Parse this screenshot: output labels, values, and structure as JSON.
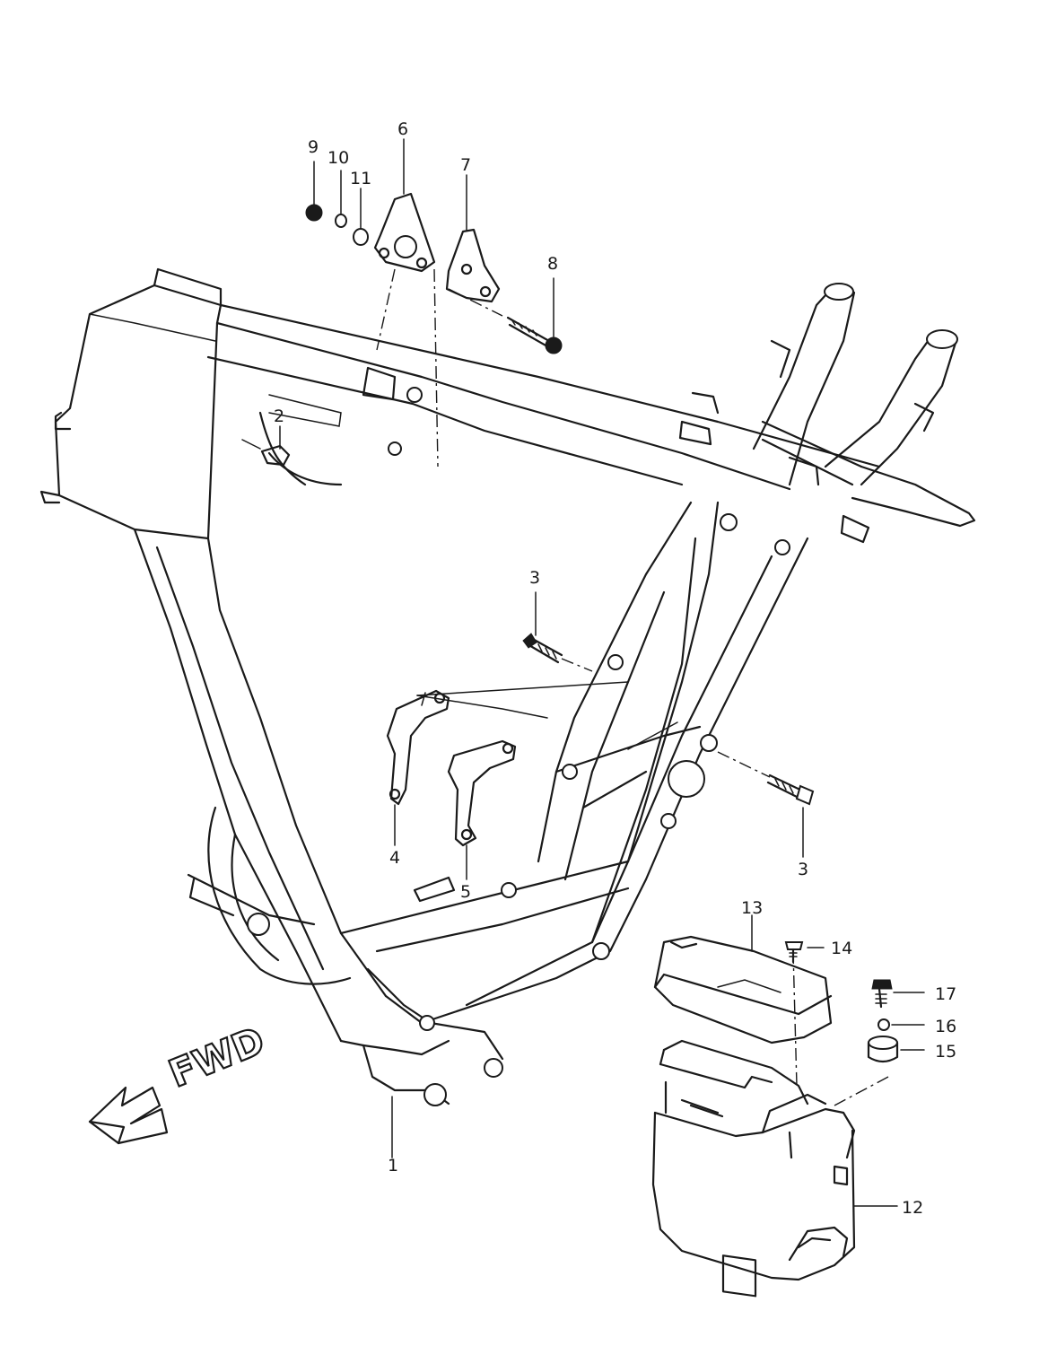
{
  "diagram": {
    "direction_label": "FWD",
    "callouts": {
      "frame": "1",
      "cap": "2",
      "bolt_mid": "3",
      "bolt_right": "3",
      "bracket_a": "4",
      "bracket_b": "5",
      "plate_upper": "6",
      "plate_lower": "7",
      "bolt_long": "8",
      "nut": "9",
      "washer_small": "10",
      "washer": "11",
      "battery_case": "12",
      "cover": "13",
      "screw": "14",
      "cushion": "15",
      "washer_case": "16",
      "bolt_case": "17"
    }
  }
}
